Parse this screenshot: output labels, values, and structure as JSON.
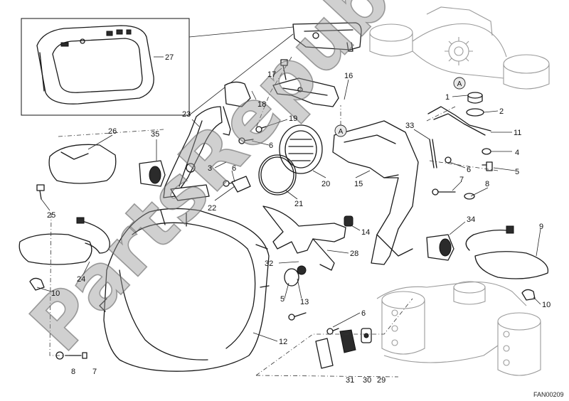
{
  "diagram": {
    "drawing_code": "FAN00209",
    "watermark_text": "PartsRepublik",
    "reference_marker": "A",
    "callouts": {
      "c27": "27",
      "c17": "17",
      "c18": "18",
      "c16": "16",
      "c1": "1",
      "c2": "2",
      "c23": "23",
      "c19": "19",
      "c26": "26",
      "c35": "35",
      "c6a": "6",
      "c3": "3",
      "c6b": "6",
      "c22": "22",
      "c20": "20",
      "c21": "21",
      "c15": "15",
      "c33": "33",
      "c11": "11",
      "c4": "4",
      "c5a": "5",
      "c6c": "6",
      "c7a": "7",
      "c8a": "8",
      "c25": "25",
      "c24": "24",
      "c10a": "10",
      "c14": "14",
      "c34": "34",
      "c9": "9",
      "c28": "28",
      "c32": "32",
      "c5b": "5",
      "c13": "13",
      "c12": "12",
      "c6d": "6",
      "c8b": "8",
      "c7b": "7",
      "c31": "31",
      "c30": "30",
      "c29": "29",
      "c10b": "10"
    }
  }
}
